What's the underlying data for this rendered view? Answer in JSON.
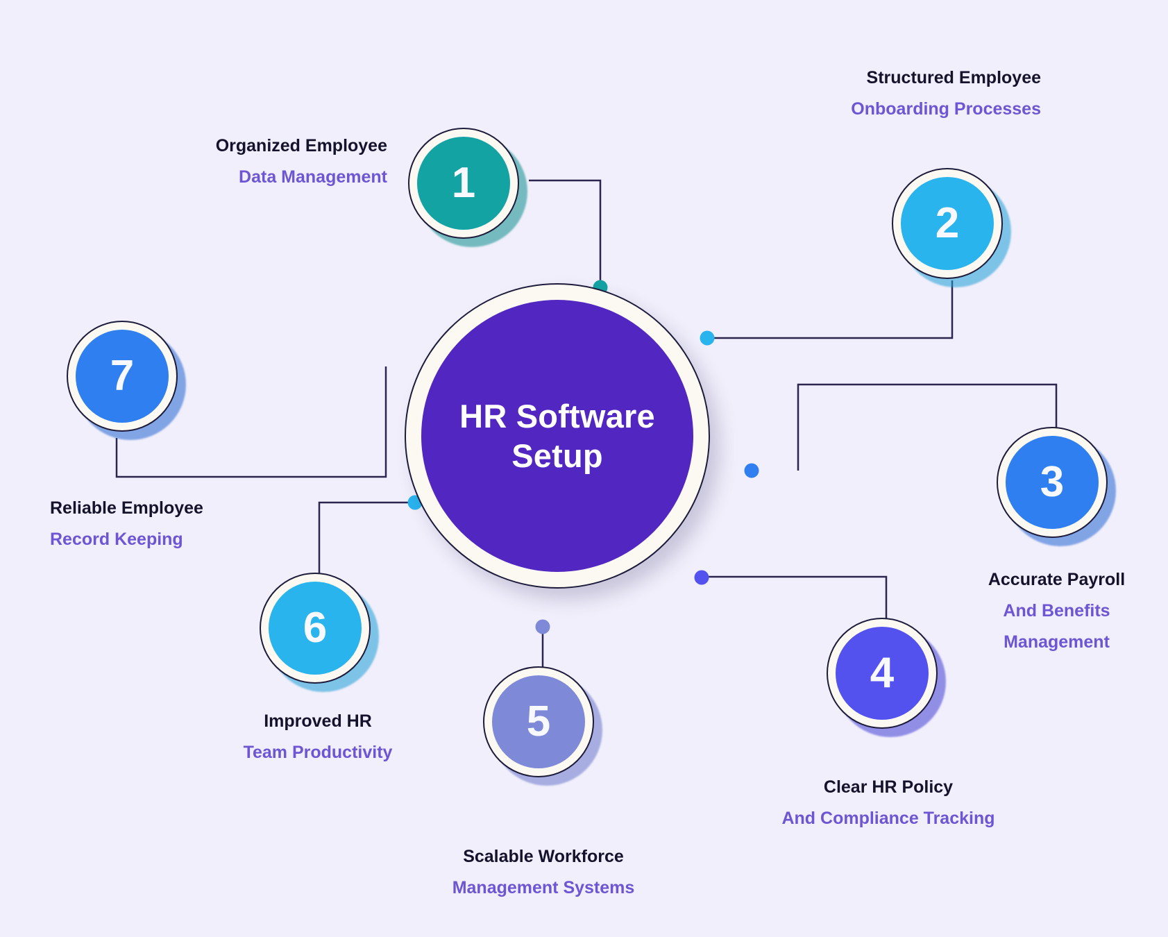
{
  "diagram": {
    "title": "HR Software Setup",
    "background_color": "#f1effb",
    "hub": {
      "line1": "HR Software",
      "line2": "Setup",
      "fill": "#5226c0",
      "ring": "#fbf9f2",
      "outline": "#1d1b3a",
      "text_color": "#ffffff"
    },
    "colors": {
      "heading_text": "#15132b",
      "subtext": "#6d55d4",
      "connector": "#2b2550"
    },
    "nodes": [
      {
        "number": "1",
        "fill": "#13a3a3",
        "shadow": "#0f8f8f",
        "dot_color": "#13a3a3",
        "label_lines": [
          "Organized Employee",
          "Data Management"
        ],
        "label_align": "right"
      },
      {
        "number": "2",
        "fill": "#29b4ee",
        "shadow": "#1f9fd8",
        "dot_color": "#29b4ee",
        "label_lines": [
          "Structured Employee",
          "Onboarding Processes"
        ],
        "label_align": "right"
      },
      {
        "number": "3",
        "fill": "#2f7ff0",
        "shadow": "#2668d4",
        "dot_color": "#2f7ff0",
        "label_lines": [
          "Accurate Payroll",
          "And Benefits",
          "Management"
        ],
        "label_align": "center"
      },
      {
        "number": "4",
        "fill": "#5452ef",
        "shadow": "#4340d6",
        "dot_color": "#5452ef",
        "label_lines": [
          "Clear HR Policy",
          "And Compliance Tracking"
        ],
        "label_align": "center"
      },
      {
        "number": "5",
        "fill": "#7e8ad8",
        "shadow": "#6b78cc",
        "dot_color": "#7e8ad8",
        "label_lines": [
          "Scalable Workforce",
          "Management Systems"
        ],
        "label_align": "center"
      },
      {
        "number": "6",
        "fill": "#29b4ee",
        "shadow": "#1f9fd8",
        "dot_color": "#29b4ee",
        "label_lines": [
          "Improved HR",
          "Team Productivity"
        ],
        "label_align": "center"
      },
      {
        "number": "7",
        "fill": "#2f7ff0",
        "shadow": "#2668d4",
        "dot_color": "#2f7ff0",
        "label_lines": [
          "Reliable Employee",
          "Record Keeping"
        ],
        "label_align": "left"
      }
    ]
  }
}
